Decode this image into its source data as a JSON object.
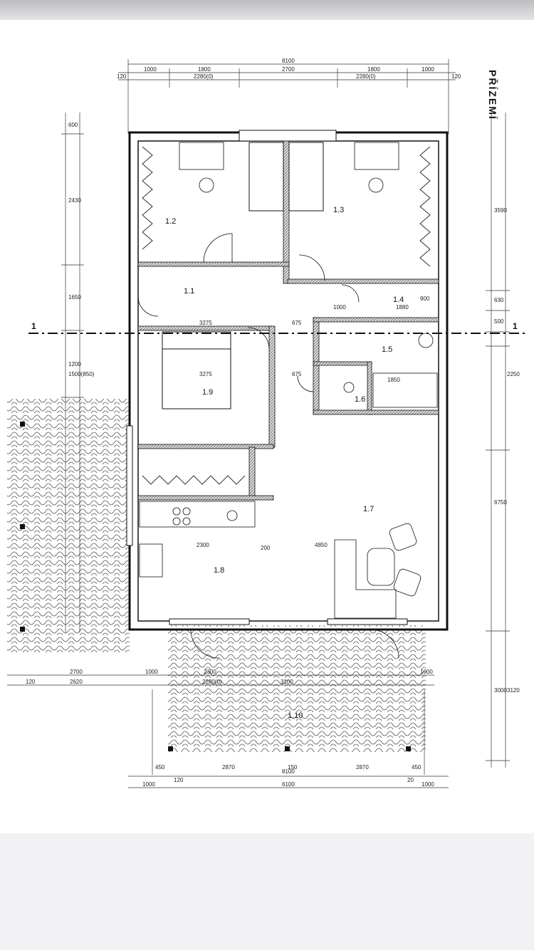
{
  "sheet": {
    "title": "PŘÍZEMÍ"
  },
  "dimensions": {
    "top_total": "8100",
    "top_segments": [
      "1000",
      "1800",
      "2700",
      "1800",
      "1000"
    ],
    "top_sub_left": "2280(0)",
    "top_sub_right": "2280(0)",
    "top_edge_left": "120",
    "top_edge_right": "120",
    "right_segments": [
      "3590",
      "630",
      "500",
      "2250",
      "6750",
      "3000",
      "3120"
    ],
    "left_segments": [
      "600",
      "2430",
      "1650",
      "1200",
      "1500(850)"
    ],
    "bottom_total": "8100",
    "bottom_segments": [
      "1000",
      "6100",
      "1000"
    ],
    "bottom_sub": [
      "450",
      "2870",
      "150",
      "2870",
      "450"
    ],
    "bottom_edge": [
      "120",
      "20"
    ],
    "terrace_row": [
      "2700",
      "1000",
      "2300",
      "1000"
    ],
    "terrace_row2": [
      "120",
      "2620",
      "2280(0)",
      "3100"
    ]
  },
  "rooms": [
    {
      "id": "1.1"
    },
    {
      "id": "1.2"
    },
    {
      "id": "1.3"
    },
    {
      "id": "1.4"
    },
    {
      "id": "1.5"
    },
    {
      "id": "1.6"
    },
    {
      "id": "1.7"
    },
    {
      "id": "1.8"
    },
    {
      "id": "1.9"
    },
    {
      "id": "1.10"
    }
  ],
  "inner_dims": [
    "3275",
    "675",
    "3275",
    "675",
    "4850",
    "2300",
    "200",
    "1850",
    "1880",
    "1000",
    "900"
  ],
  "section_marks": [
    "1",
    "1"
  ]
}
